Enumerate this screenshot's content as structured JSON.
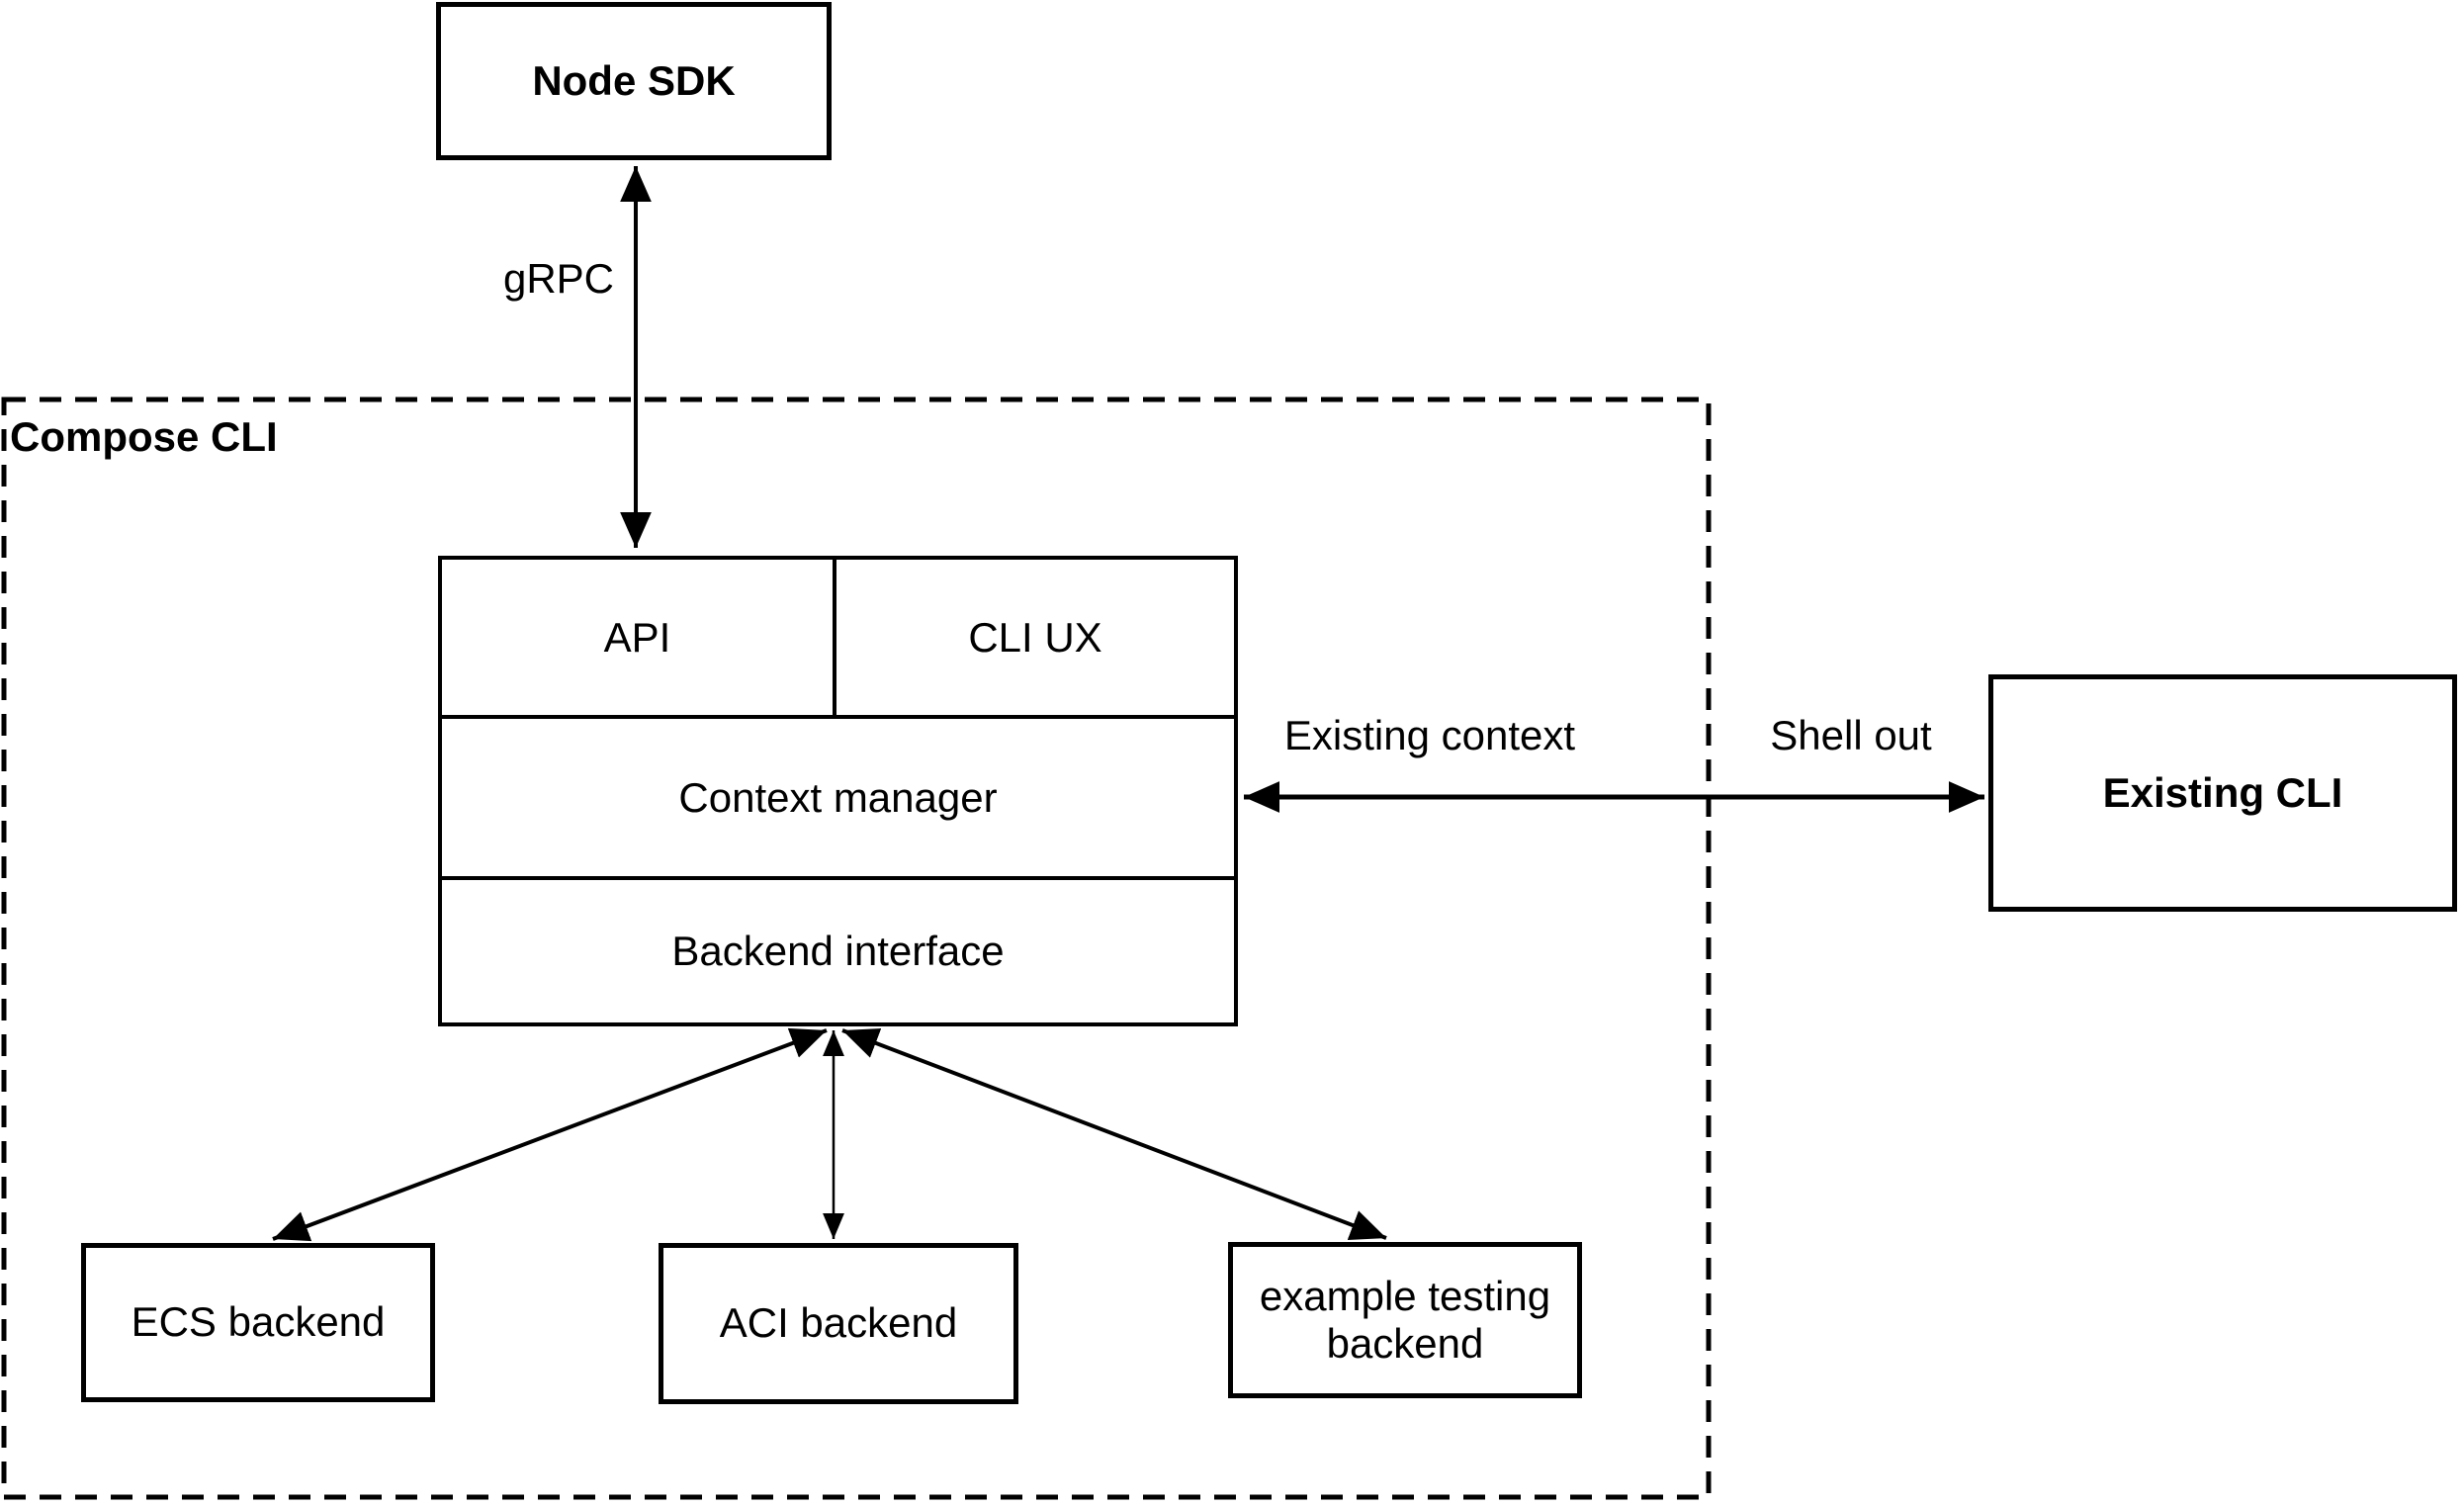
{
  "diagram": {
    "group": {
      "label": "Compose CLI"
    },
    "nodes": {
      "node_sdk": {
        "label": "Node SDK"
      },
      "api": {
        "label": "API"
      },
      "cli_ux": {
        "label": "CLI UX"
      },
      "context_manager": {
        "label": "Context manager"
      },
      "backend_interface": {
        "label": "Backend interface"
      },
      "existing_cli": {
        "label": "Existing CLI"
      },
      "ecs_backend": {
        "label": "ECS backend"
      },
      "aci_backend": {
        "label": "ACI backend"
      },
      "example_testing_backend": {
        "label": "example testing backend"
      }
    },
    "edge_labels": {
      "grpc": "gRPC",
      "existing_context": "Existing context",
      "shell_out": "Shell out"
    },
    "colors": {
      "stroke": "#000000",
      "background": "#ffffff"
    }
  }
}
